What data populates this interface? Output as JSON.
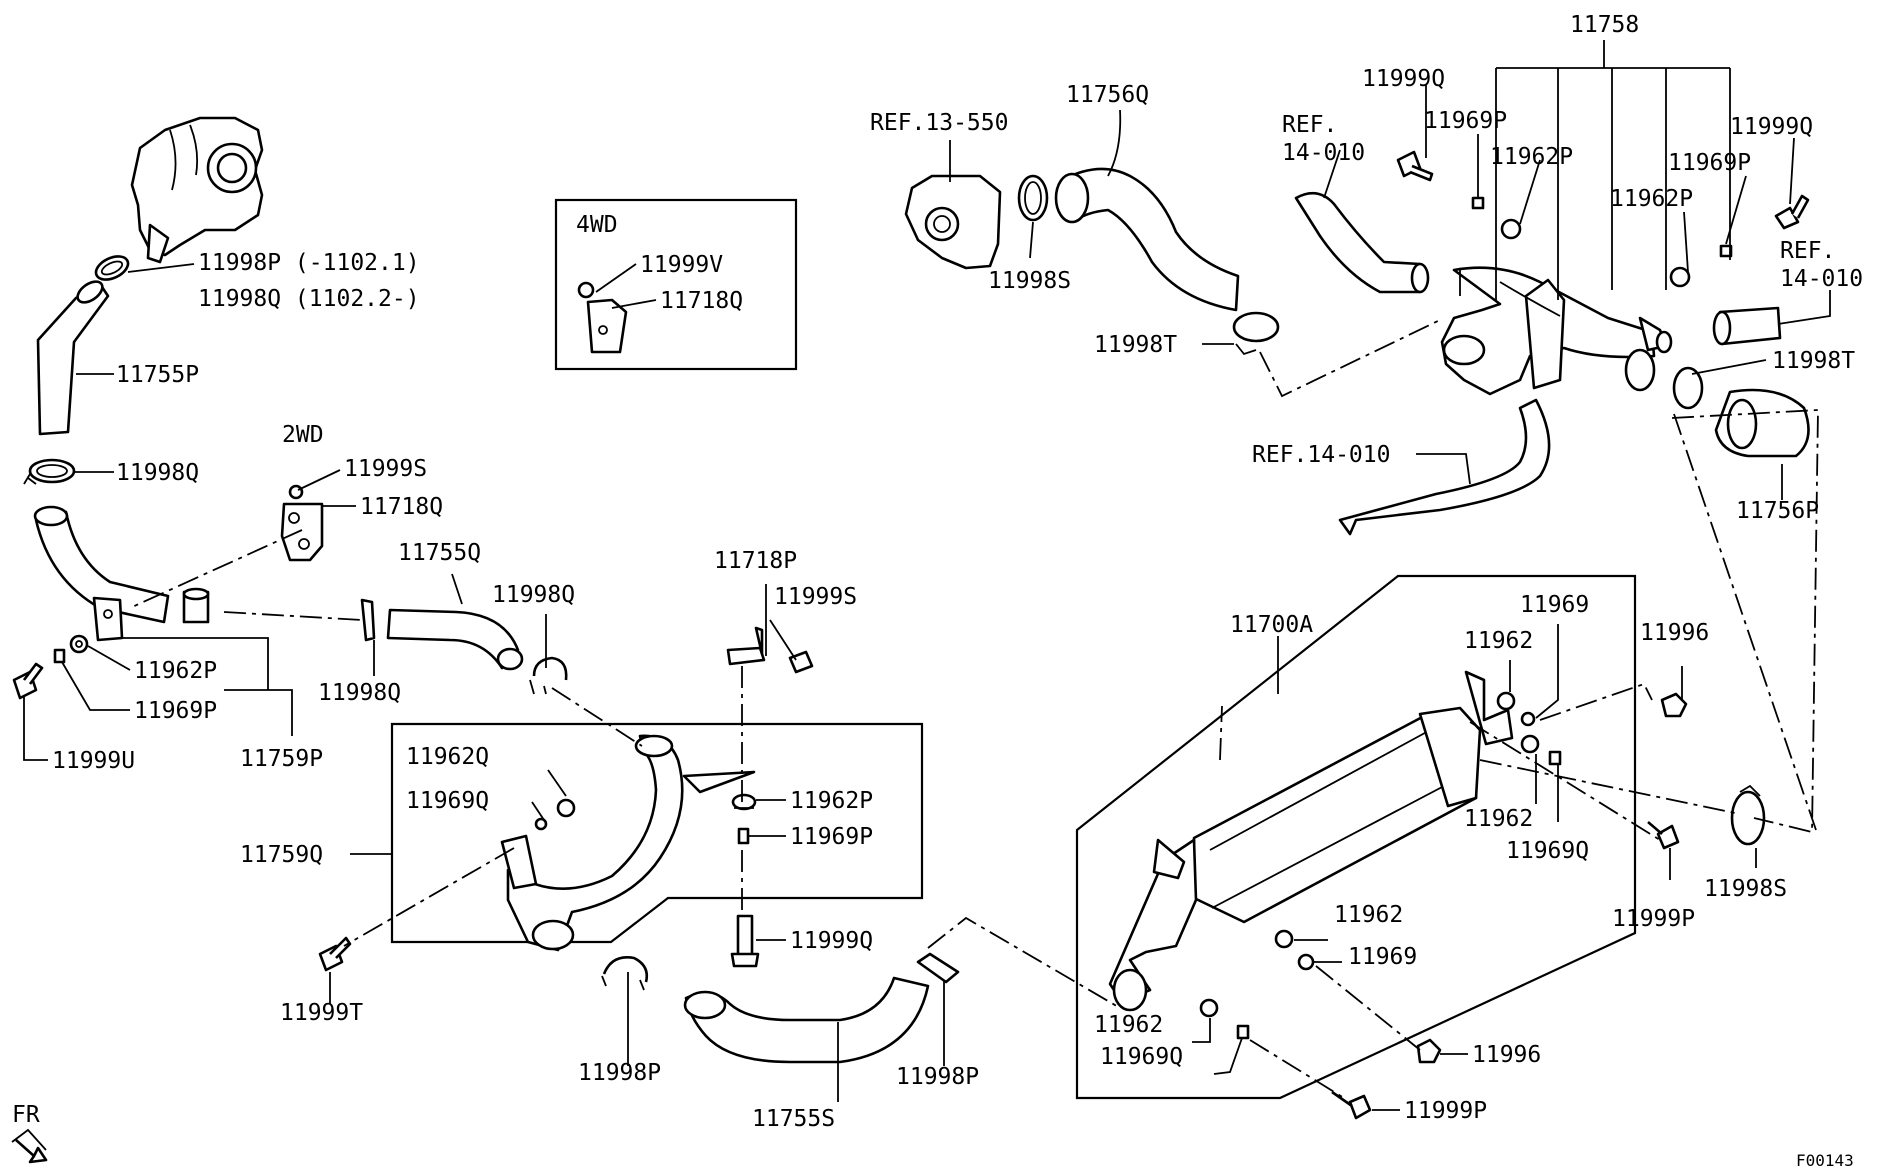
{
  "page_code": "F00143",
  "front_marker": "FR",
  "variant_boxes": {
    "four_wd": "4WD",
    "two_wd": "2WD"
  },
  "references": {
    "ref_13_550": "REF.13-550",
    "ref_14_010_a_line1": "REF.",
    "ref_14_010_a_line2": "14-010",
    "ref_14_010_b_line1": "REF.",
    "ref_14_010_b_line2": "14-010",
    "ref_14_010_c": "REF.14-010"
  },
  "callouts": {
    "p11998P_range": "11998P (-1102.1)",
    "p11998Q_range": "11998Q (1102.2-)",
    "p11755P": "11755P",
    "p11998Q_a": "11998Q",
    "p11999S_a": "11999S",
    "p11718Q_a": "11718Q",
    "p11962P_a": "11962P",
    "p11969P_a": "11969P",
    "p11759P": "11759P",
    "p11999U": "11999U",
    "p11755Q": "11755Q",
    "p11998Q_b": "11998Q",
    "p11998Q_c": "11998Q",
    "p11718P": "11718P",
    "p11999S_b": "11999S",
    "p11999V": "11999V",
    "p11718Q_b": "11718Q",
    "p11962Q": "11962Q",
    "p11969Q_a": "11969Q",
    "p11962P_b": "11962P",
    "p11969P_b": "11969P",
    "p11759Q": "11759Q",
    "p11999Q_a": "11999Q",
    "p11999T": "11999T",
    "p11998P_a": "11998P",
    "p11755S": "11755S",
    "p11998P_b": "11998P",
    "p11756Q": "11756Q",
    "p11998S_a": "11998S",
    "p11998T_a": "11998T",
    "p11758": "11758",
    "p11999Q_b": "11999Q",
    "p11969P_c": "11969P",
    "p11962P_c": "11962P",
    "p11999Q_c": "11999Q",
    "p11969P_d": "11969P",
    "p11962P_d": "11962P",
    "p11998T_b": "11998T",
    "p11756P": "11756P",
    "p11700A": "11700A",
    "p11969_a": "11969",
    "p11962_a": "11962",
    "p11996_a": "11996",
    "p11962_b": "11962",
    "p11969Q_b": "11969Q",
    "p11998S_b": "11998S",
    "p11999P_a": "11999P",
    "p11962_c": "11962",
    "p11969_b": "11969",
    "p11962_d": "11962",
    "p11969Q_c": "11969Q",
    "p11996_b": "11996",
    "p11999P_b": "11999P"
  }
}
